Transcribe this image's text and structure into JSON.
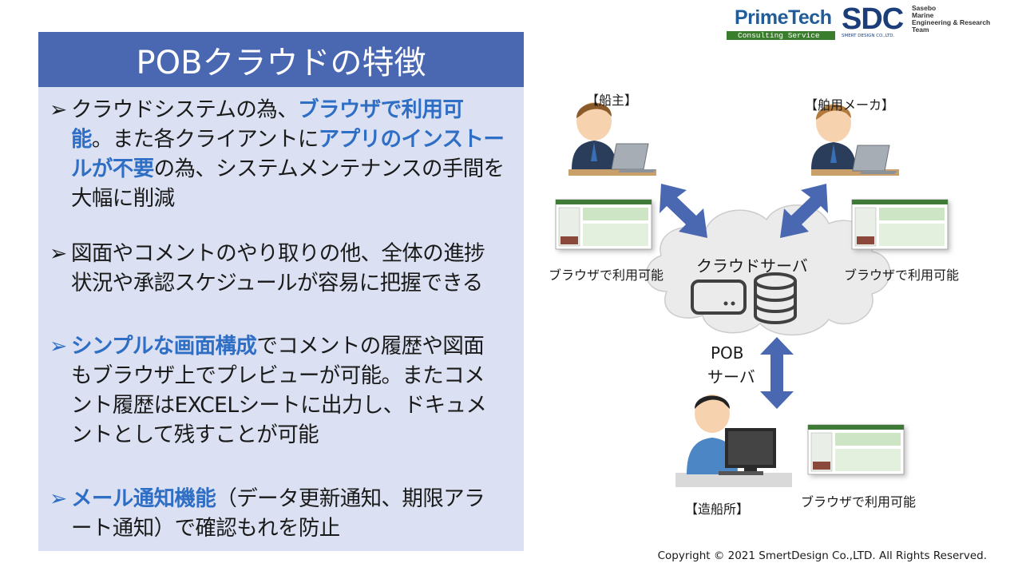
{
  "logos": {
    "primetech_name": "PrimeTech",
    "primetech_sub": "Consulting Service",
    "sdc_mark": "SDC",
    "sdc_sub": "SMERT DESIGN CO.,LTD.",
    "team_lines": [
      "Sasebo",
      "Marine",
      "Engineering & Research",
      "Team"
    ]
  },
  "title": "POBクラウドの特徴",
  "bullets": [
    {
      "marker": "➢",
      "segments": [
        {
          "text": "クラウドシステムの為、",
          "hl": false
        },
        {
          "text": "ブラウザで利用可能",
          "hl": true
        },
        {
          "text": "。また各クライアントに",
          "hl": false
        },
        {
          "text": "アプリのインストールが不要",
          "hl": true
        },
        {
          "text": "の為、システムメンテナンスの手間を大幅に削減",
          "hl": false
        }
      ]
    },
    {
      "marker": "➢",
      "segments": [
        {
          "text": "図面やコメントのやり取りの他、全体の進捗状況や承認スケジュールが容易に把握できる",
          "hl": false
        }
      ]
    },
    {
      "marker": "➢",
      "segments": [
        {
          "text": "シンプルな画面構成",
          "hl": true
        },
        {
          "text": "でコメントの履歴や図面もブラウザ上でプレビューが可能。またコメント履歴はEXCELシートに出力し、ドキュメントとして残すことが可能",
          "hl": false
        }
      ]
    },
    {
      "marker": "➢",
      "segments": [
        {
          "text": "メール通知機能",
          "hl": true
        },
        {
          "text": "（データ更新通知、期限アラート通知）で確認もれを防止",
          "hl": false
        }
      ]
    }
  ],
  "diagram": {
    "owner_label": "【船主】",
    "maker_label": "【舶用メーカ】",
    "shipyard_label": "【造船所】",
    "cloud_server_label": "クラウドサーバ",
    "pob_server_line1": "POB",
    "pob_server_line2": "サーバ",
    "browser_left": "ブラウザで利用可能",
    "browser_right": "ブラウザで利用可能",
    "browser_bottom": "ブラウザで利用可能"
  },
  "colors": {
    "title_bg": "#4a67b1",
    "panel_bg": "#dbe1f2",
    "highlight": "#2f6ec5",
    "arrow": "#4a67b1"
  },
  "footer": "Copyright © 2021 SmertDesign Co.,LTD. All Rights Reserved."
}
